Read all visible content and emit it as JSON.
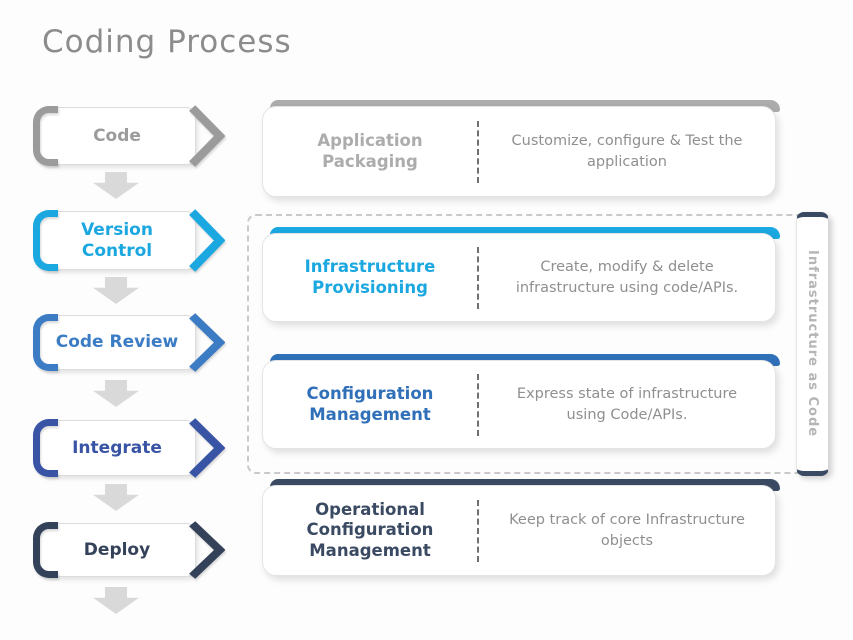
{
  "title": "Coding Process",
  "steps": [
    {
      "label": "Code",
      "color": "#9B9B9B"
    },
    {
      "label": "Version Control",
      "color": "#1BA7E0"
    },
    {
      "label": "Code Review",
      "color": "#3C7CC4"
    },
    {
      "label": "Integrate",
      "color": "#3954A5"
    },
    {
      "label": "Deploy",
      "color": "#344259"
    }
  ],
  "cards": [
    {
      "title": "Application Packaging",
      "description": "Customize, configure & Test the application",
      "accent": "#ACACAC"
    },
    {
      "title": "Infrastructure Provisioning",
      "description": "Create, modify & delete infrastructure using code/APIs.",
      "accent": "#1BA7E0"
    },
    {
      "title": "Configuration Management",
      "description": "Express state of infrastructure using Code/APIs.",
      "accent": "#2F70B8"
    },
    {
      "title": "Operational Configuration Management",
      "description": "Keep track of core Infrastructure objects",
      "accent": "#3B4A63"
    }
  ],
  "group": {
    "label": "Infrastructure as Code"
  },
  "colors": {
    "title_text": "#8C8C8C",
    "description_text": "#8F8F8F",
    "arrow": "#D9D9D9",
    "dashed_border": "#C9C9C9",
    "group_label_text": "#B5B5B5",
    "group_tab_border": "#3B4A63"
  }
}
